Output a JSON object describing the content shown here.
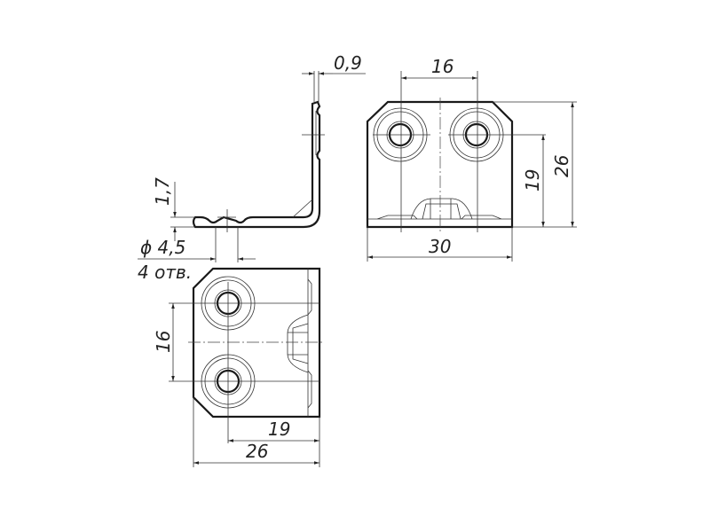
{
  "drawing": {
    "side_view": {
      "thickness_dim": "0,9",
      "height_dim": "1,7",
      "hole_dim": "ϕ 4,5",
      "hole_note": "4 отв."
    },
    "front_view": {
      "hole_spacing_dim": "16",
      "height_dim": "26",
      "hole_height_dim": "19",
      "width_dim": "30"
    },
    "bottom_view": {
      "hole_spacing_dim": "16",
      "hole_offset_dim": "19",
      "depth_dim": "26"
    },
    "colors": {
      "line": "#1a1a1a",
      "background": "#ffffff"
    }
  }
}
